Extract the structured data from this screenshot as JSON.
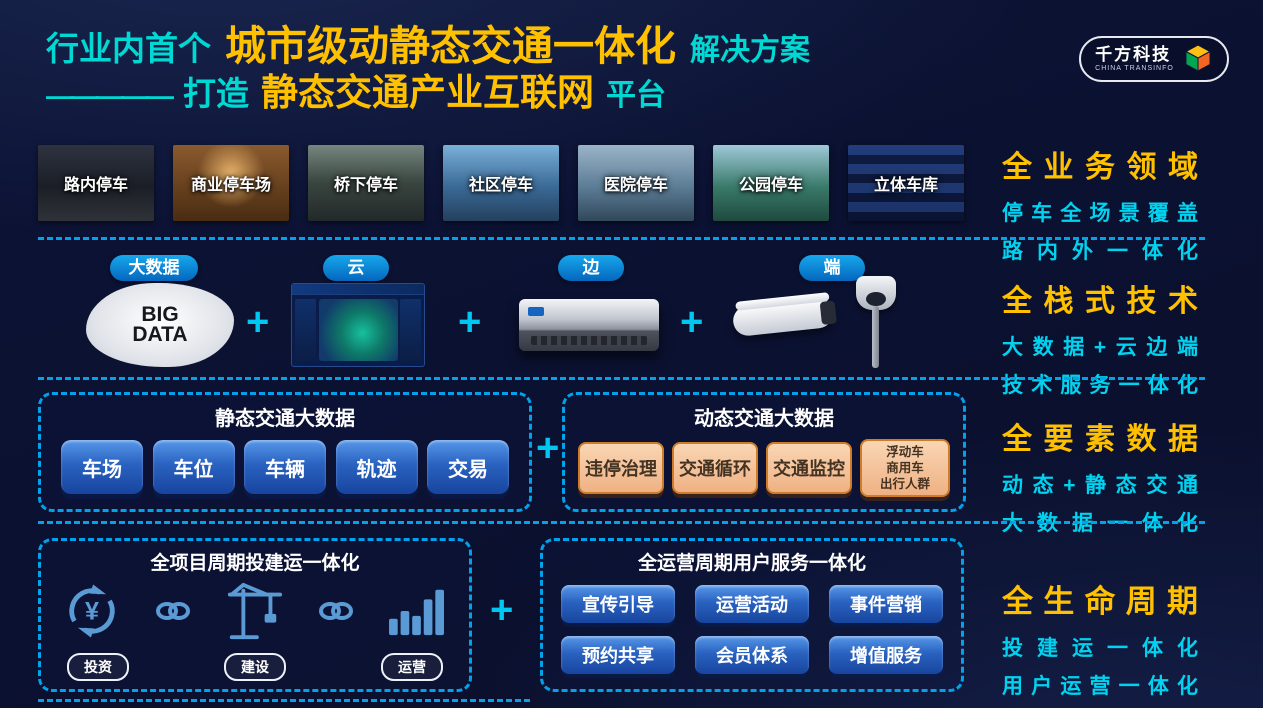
{
  "plus": "+",
  "header": {
    "title_prefix": "行业内首个",
    "title_main": "城市级动静态交通一体化",
    "title_suffix": "解决方案",
    "subtitle_dashes": "—————",
    "subtitle_prefix": "打造",
    "subtitle_main": "静态交通产业互联网",
    "subtitle_suffix": "平台",
    "logo": {
      "name": "千方科技",
      "subname": "CHINA TRANSINFO"
    }
  },
  "business": {
    "tiles": [
      {
        "label": "路内停车"
      },
      {
        "label": "商业停车场"
      },
      {
        "label": "桥下停车"
      },
      {
        "label": "社区停车"
      },
      {
        "label": "医院停车"
      },
      {
        "label": "公园停车"
      },
      {
        "label": "立体车库"
      }
    ],
    "summary": {
      "title": "全业务领域",
      "line1": "停车全场景覆盖",
      "line2": "路内外一体化"
    }
  },
  "tech": {
    "items": [
      {
        "pill": "大数据",
        "image": "bigdata-wordcloud",
        "image_text": "BIG DATA"
      },
      {
        "pill": "云",
        "image": "cloud-platform-screenshot"
      },
      {
        "pill": "边",
        "image": "edge-server-device"
      },
      {
        "pill": "端",
        "image": "roadside-cameras"
      }
    ],
    "summary": {
      "title": "全栈式技术",
      "line1": "大数据+云边端",
      "line2": "技术服务一体化"
    }
  },
  "data_layer": {
    "static_box": {
      "title": "静态交通大数据",
      "buttons": [
        "车场",
        "车位",
        "车辆",
        "轨迹",
        "交易"
      ]
    },
    "dynamic_box": {
      "title": "动态交通大数据",
      "buttons": [
        "违停治理",
        "交通循环",
        "交通监控"
      ],
      "multi_button": [
        "浮动车",
        "商用车",
        "出行人群"
      ]
    },
    "summary": {
      "title": "全要素数据",
      "line1": "动态+静态交通",
      "line2": "大数据一体化"
    }
  },
  "lifecycle": {
    "invest_box": {
      "title": "全项目周期投建运一体化",
      "labels": [
        "投资",
        "建设",
        "运营"
      ]
    },
    "service_box": {
      "title": "全运营周期用户服务一体化",
      "buttons": [
        "宣传引导",
        "运营活动",
        "事件营销",
        "预约共享",
        "会员体系",
        "增值服务"
      ]
    },
    "summary": {
      "title": "全生命周期",
      "line1": "投建运一体化",
      "line2": "用户运营一体化"
    }
  },
  "colors": {
    "background": "#0A0F2B",
    "accent_yellow": "#FFC000",
    "accent_teal": "#00D8D4",
    "accent_cyan": "#00D2F0",
    "dashed_line": "#00A2EC",
    "blue_button": "#2A62C0",
    "orange_button": "#EFB183",
    "pill_blue": "#0566BE"
  }
}
